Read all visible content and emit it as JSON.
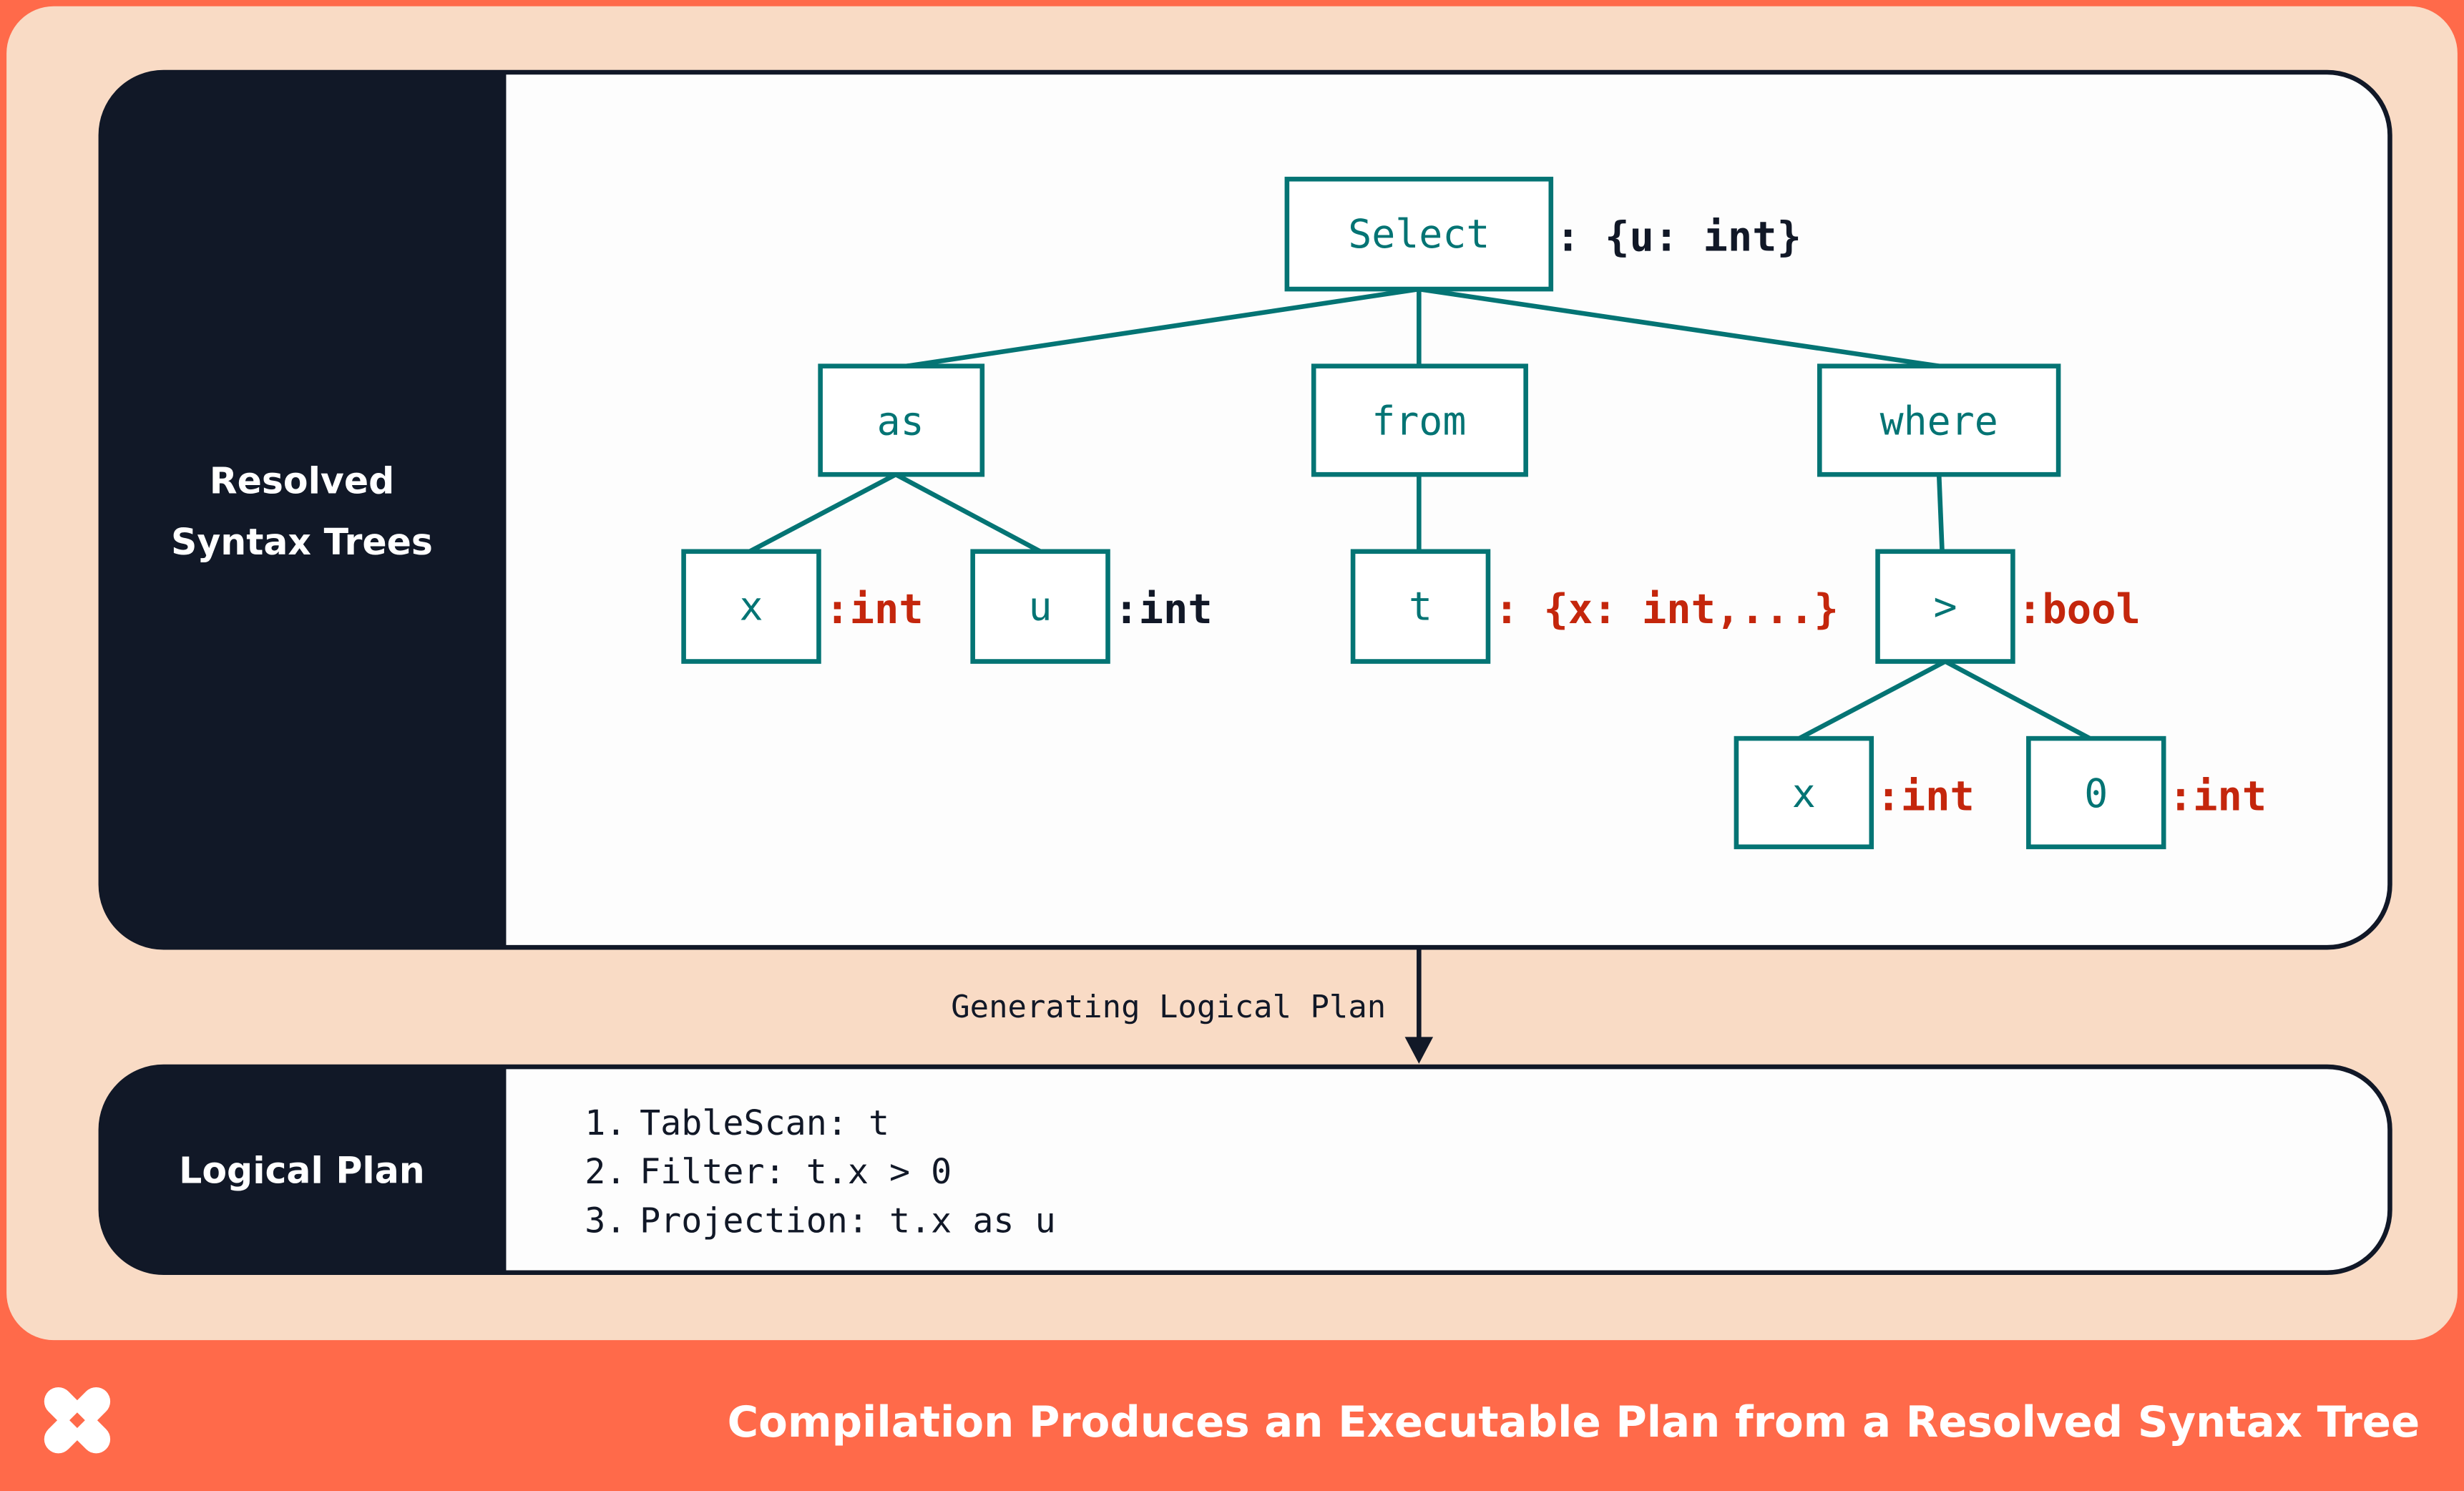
{
  "colors": {
    "accent": "#ff6a4a",
    "panel": "#f9dbc5",
    "teal": "#047474",
    "dark": "#111827",
    "type_red": "#c4260c"
  },
  "resolved_panel": {
    "label_line1": "Resolved",
    "label_line2": "Syntax Trees"
  },
  "tree": {
    "select": {
      "label": "Select",
      "type": ": {u: int}"
    },
    "as": {
      "label": "as"
    },
    "from": {
      "label": "from"
    },
    "where": {
      "label": "where"
    },
    "x1": {
      "label": "x",
      "type": ":int"
    },
    "u": {
      "label": "u",
      "type": ":int"
    },
    "t": {
      "label": "t",
      "type": ": {x: int,...}"
    },
    "gt": {
      "label": ">",
      "type": ":bool"
    },
    "x2": {
      "label": "x",
      "type": ":int"
    },
    "zero": {
      "label": "0",
      "type": ":int"
    }
  },
  "arrow_label": "Generating Logical Plan",
  "logical_plan": {
    "label": "Logical Plan",
    "steps": [
      {
        "num": "1.",
        "text": "TableScan: t"
      },
      {
        "num": "2.",
        "text": "Filter: t.x > 0"
      },
      {
        "num": "3.",
        "text": "Projection: t.x as u"
      }
    ]
  },
  "footer": {
    "logo": "dagster-logo",
    "title": "Compilation Produces an Executable Plan from a Resolved Syntax Tree"
  }
}
